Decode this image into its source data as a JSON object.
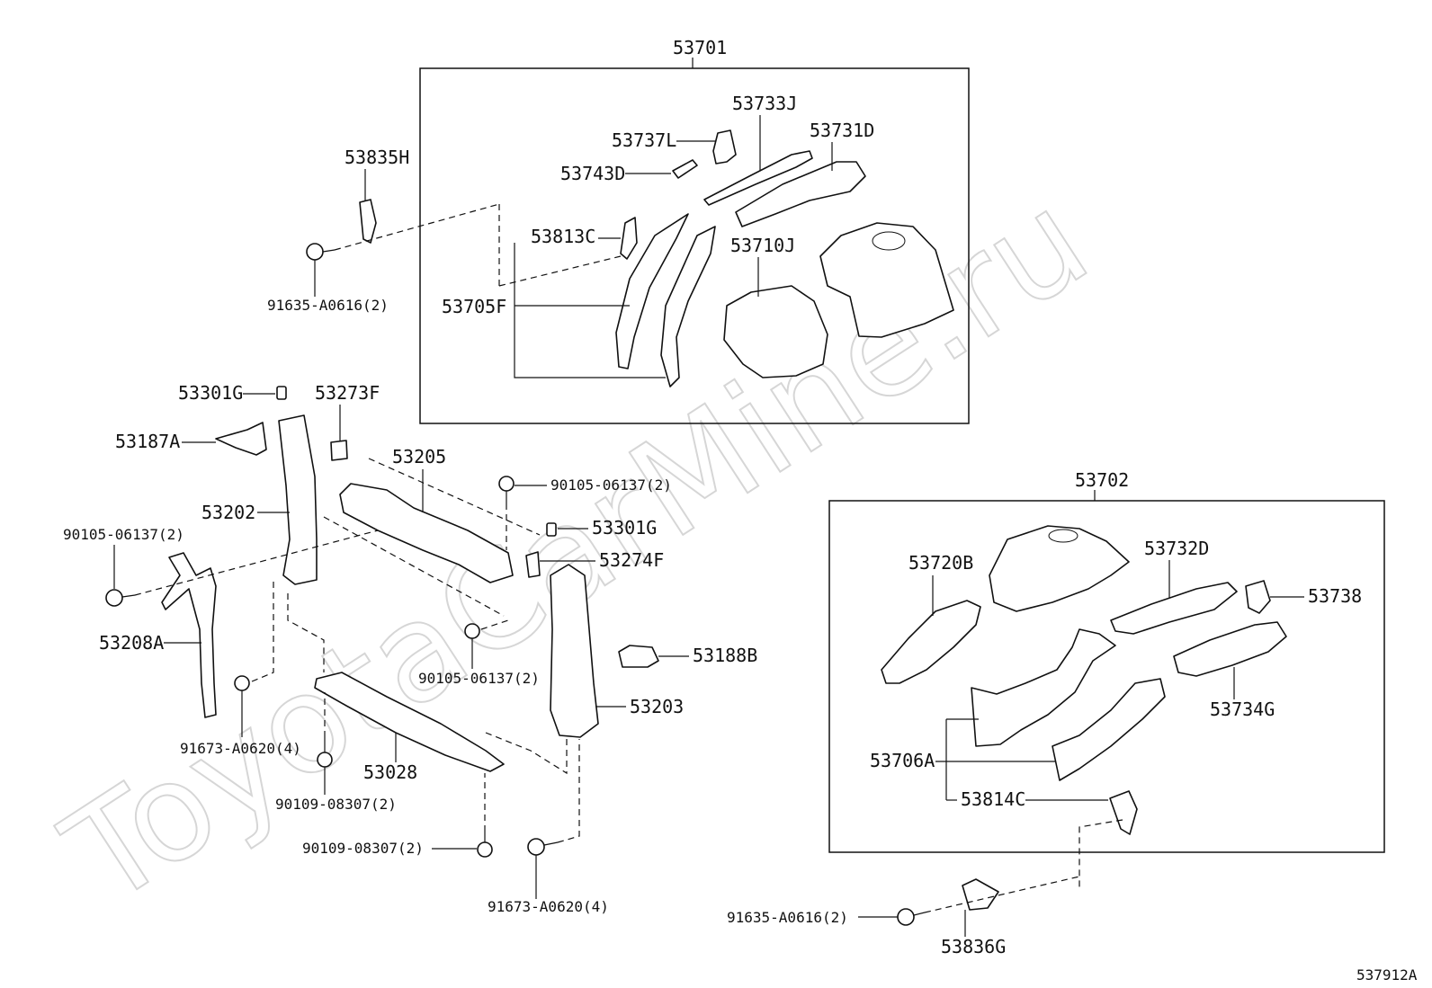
{
  "watermark": "ToyotaCarMine.ru",
  "figure_id": "537912A",
  "groups": {
    "g53701": "53701",
    "g53702": "53702"
  },
  "labels": {
    "p53733J": "53733J",
    "p53737L": "53737L",
    "p53731D": "53731D",
    "p53743D": "53743D",
    "p53835H": "53835H",
    "p53813C": "53813C",
    "p53710J": "53710J",
    "p53705F": "53705F",
    "p91635_top": "91635-A0616(2)",
    "p53301G_a": "53301G",
    "p53273F": "53273F",
    "p53187A": "53187A",
    "p53205": "53205",
    "p90105_a": "90105-06137(2)",
    "p53202": "53202",
    "p53301G_b": "53301G",
    "p90105_b": "90105-06137(2)",
    "p53274F": "53274F",
    "p53208A": "53208A",
    "p90105_c": "90105-06137(2)",
    "p53188B": "53188B",
    "p53203": "53203",
    "p91673_a": "91673-A0620(4)",
    "p53028": "53028",
    "p90109_a": "90109-08307(2)",
    "p90109_b": "90109-08307(2)",
    "p91673_b": "91673-A0620(4)",
    "p53720B": "53720B",
    "p53732D": "53732D",
    "p53738": "53738",
    "p53734G": "53734G",
    "p53706A": "53706A",
    "p53814C": "53814C",
    "p91635_bot": "91635-A0616(2)",
    "p53836G": "53836G"
  }
}
